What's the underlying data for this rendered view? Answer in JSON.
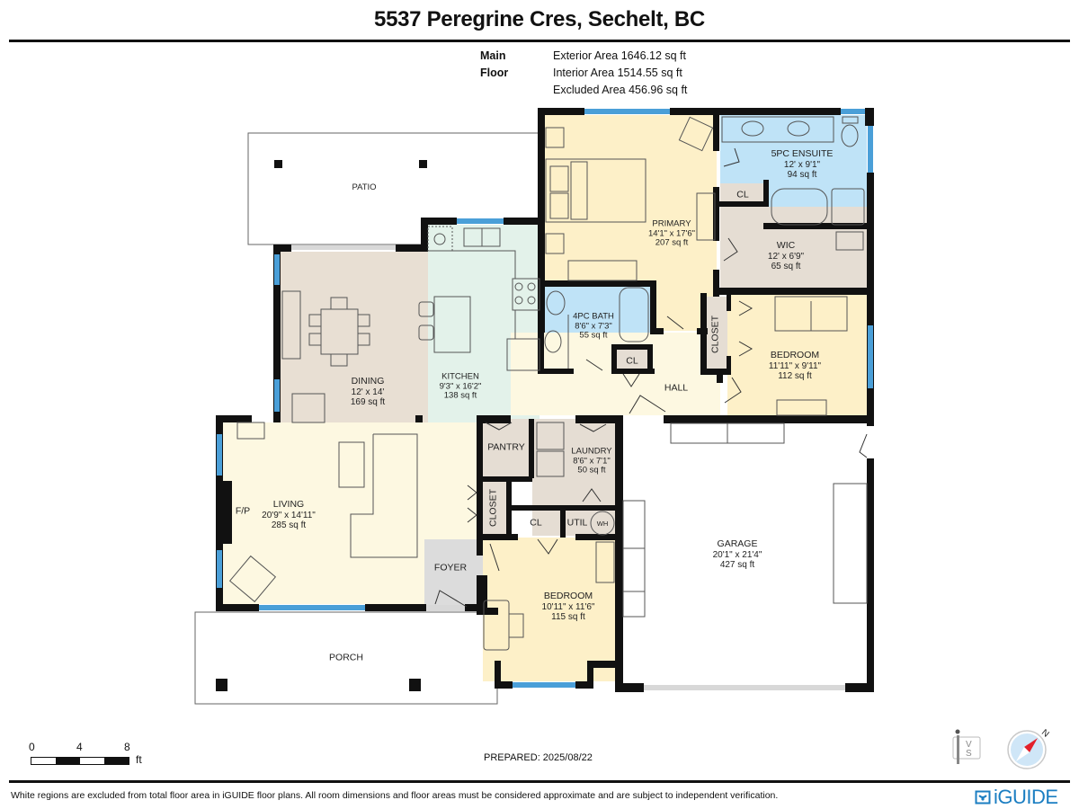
{
  "header": {
    "title": "5537 Peregrine Cres, Sechelt, BC"
  },
  "summary": {
    "floor_label": "Main Floor",
    "exterior_area": "Exterior Area 1646.12 sq ft",
    "interior_area": "Interior Area 1514.55 sq ft",
    "excluded_area": "Excluded Area 456.96 sq ft"
  },
  "colors": {
    "wall": "#111111",
    "window": "#4a9fd8",
    "primary_bed": "#fdf0c8",
    "bath": "#bfe3f7",
    "closet": "#e5ddd3",
    "dining": "#e8dfd3",
    "kitchen": "#e3f2ea",
    "living": "#fdf8e1",
    "hall": "#fdf8e1",
    "foyer": "#dcdcdc",
    "garage": "#ffffff",
    "brand": "#1b7ec2",
    "compass_needle": "#e3202a",
    "compass_bg": "#cfe6f7"
  },
  "rooms": [
    {
      "id": "patio",
      "name": "PATIO",
      "dims": "",
      "area": ""
    },
    {
      "id": "primary",
      "name": "PRIMARY",
      "dims": "14'1\" x 17'6\"",
      "area": "207 sq ft"
    },
    {
      "id": "ensuite",
      "name": "5PC ENSUITE",
      "dims": "12' x 9'1\"",
      "area": "94 sq ft"
    },
    {
      "id": "ensuite_cl",
      "name": "CL",
      "dims": "",
      "area": ""
    },
    {
      "id": "wic",
      "name": "WIC",
      "dims": "12' x 6'9\"",
      "area": "65 sq ft"
    },
    {
      "id": "bath4",
      "name": "4PC BATH",
      "dims": "8'6\" x 7'3\"",
      "area": "55 sq ft"
    },
    {
      "id": "hall_cl",
      "name": "CL",
      "dims": "",
      "area": ""
    },
    {
      "id": "hall",
      "name": "HALL",
      "dims": "",
      "area": ""
    },
    {
      "id": "bed2_closet",
      "name": "CLOSET",
      "dims": "",
      "area": ""
    },
    {
      "id": "bedroom2",
      "name": "BEDROOM",
      "dims": "11'11\" x 9'11\"",
      "area": "112 sq ft"
    },
    {
      "id": "dining",
      "name": "DINING",
      "dims": "12' x 14'",
      "area": "169 sq ft"
    },
    {
      "id": "kitchen",
      "name": "KITCHEN",
      "dims": "9'3\" x 16'2\"",
      "area": "138 sq ft"
    },
    {
      "id": "pantry",
      "name": "PANTRY",
      "dims": "",
      "area": ""
    },
    {
      "id": "laundry",
      "name": "LAUNDRY",
      "dims": "8'6\" x 7'1\"",
      "area": "50 sq ft"
    },
    {
      "id": "entry_closet",
      "name": "CLOSET",
      "dims": "",
      "area": ""
    },
    {
      "id": "laundry_cl",
      "name": "CL",
      "dims": "",
      "area": ""
    },
    {
      "id": "util",
      "name": "UTIL",
      "dims": "",
      "area": ""
    },
    {
      "id": "wh",
      "name": "WH",
      "dims": "",
      "area": ""
    },
    {
      "id": "living",
      "name": "LIVING",
      "dims": "20'9\" x 14'11\"",
      "area": "285 sq ft"
    },
    {
      "id": "fp",
      "name": "F/P",
      "dims": "",
      "area": ""
    },
    {
      "id": "foyer",
      "name": "FOYER",
      "dims": "",
      "area": ""
    },
    {
      "id": "bedroom3",
      "name": "BEDROOM",
      "dims": "10'11\" x 11'6\"",
      "area": "115 sq ft"
    },
    {
      "id": "garage",
      "name": "GARAGE",
      "dims": "20'1\" x 21'4\"",
      "area": "427 sq ft"
    },
    {
      "id": "porch",
      "name": "PORCH",
      "dims": "",
      "area": ""
    }
  ],
  "scale_bar": {
    "ticks": [
      "0",
      "4",
      "8"
    ],
    "unit": "ft"
  },
  "footer": {
    "prepared": "PREPARED: 2025/08/22",
    "disclaimer": "White regions are excluded from total floor area in iGUIDE floor plans. All room dimensions and floor areas must be considered approximate and are subject to independent verification.",
    "brand": "iGUIDE",
    "ivs_badge": "VS",
    "compass_north": "N"
  }
}
